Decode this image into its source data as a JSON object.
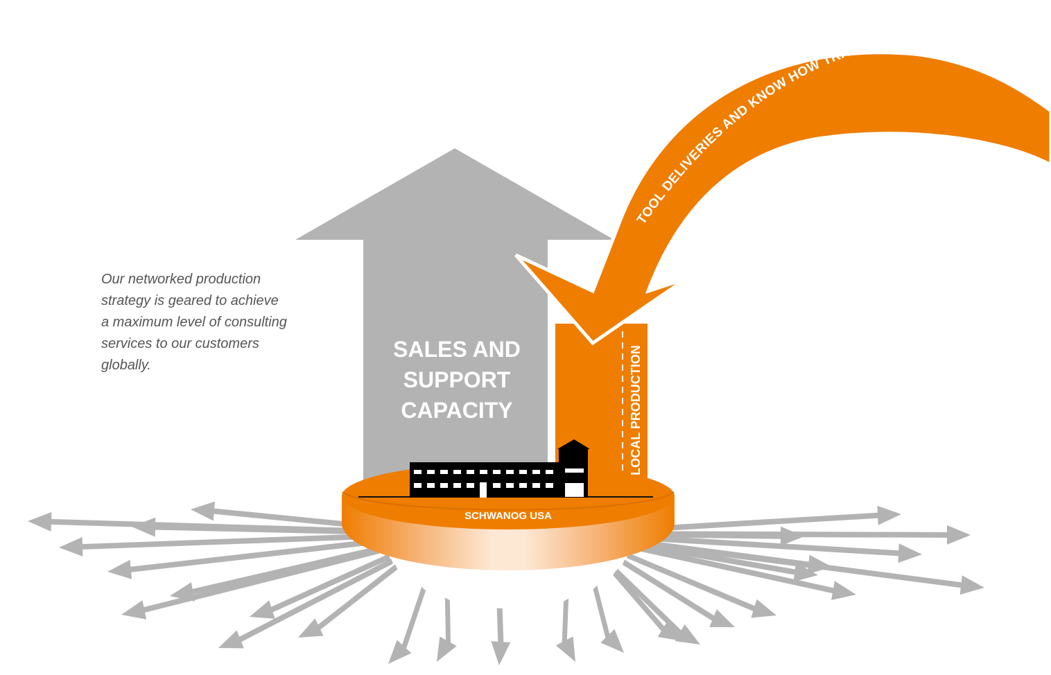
{
  "intro_text": "Our networked production\nstrategy is geared to achieve\na maximum level of consulting\nservices to our customers globally.",
  "sales_support": {
    "line1": "SALES AND",
    "line2": "SUPPORT",
    "line3": "CAPACITY"
  },
  "local_production": "LOCAL PRODUCTION",
  "curved_arrow_label": "TOOL DELIVERIES AND KNOW HOW TRANSFER",
  "platform_label": "SCHWANOG USA",
  "colors": {
    "orange": "#ef7d00",
    "grey": "#b3b3b3",
    "text_grey": "#555555",
    "black": "#000000",
    "white": "#ffffff"
  },
  "icons": [
    "factory-icon"
  ]
}
